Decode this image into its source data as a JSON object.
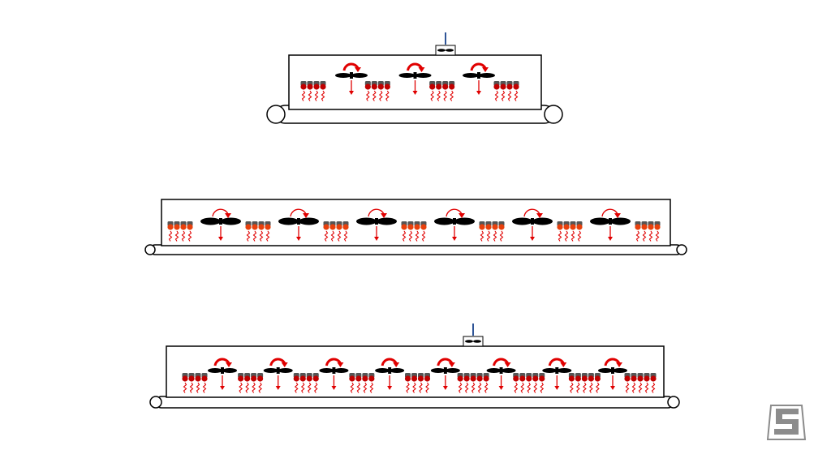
{
  "colors": {
    "outline": "#000000",
    "heater_body": "#555555",
    "heater_tip": "#c00000",
    "heater_tip_alt": "#e8400c",
    "airflow": "#e00000",
    "exhaust_pipe": "#2f5597",
    "logo": "#8c8c8c"
  },
  "ovens": [
    {
      "name": "oven-top",
      "fans": 3,
      "heater_groups": [
        4,
        4,
        4,
        4
      ],
      "exhaust": true,
      "arrow_style": "bold"
    },
    {
      "name": "oven-middle",
      "fans": 6,
      "heater_groups": [
        4,
        4,
        4,
        4,
        4,
        4,
        4
      ],
      "exhaust": false,
      "arrow_style": "thin"
    },
    {
      "name": "oven-bottom",
      "fans": 8,
      "heater_groups": [
        4,
        4,
        4,
        4,
        4,
        5,
        5,
        5,
        5
      ],
      "exhaust": true,
      "arrow_style": "bold"
    }
  ],
  "logo": {
    "letter": "S",
    "icon": "s-logo-icon"
  }
}
